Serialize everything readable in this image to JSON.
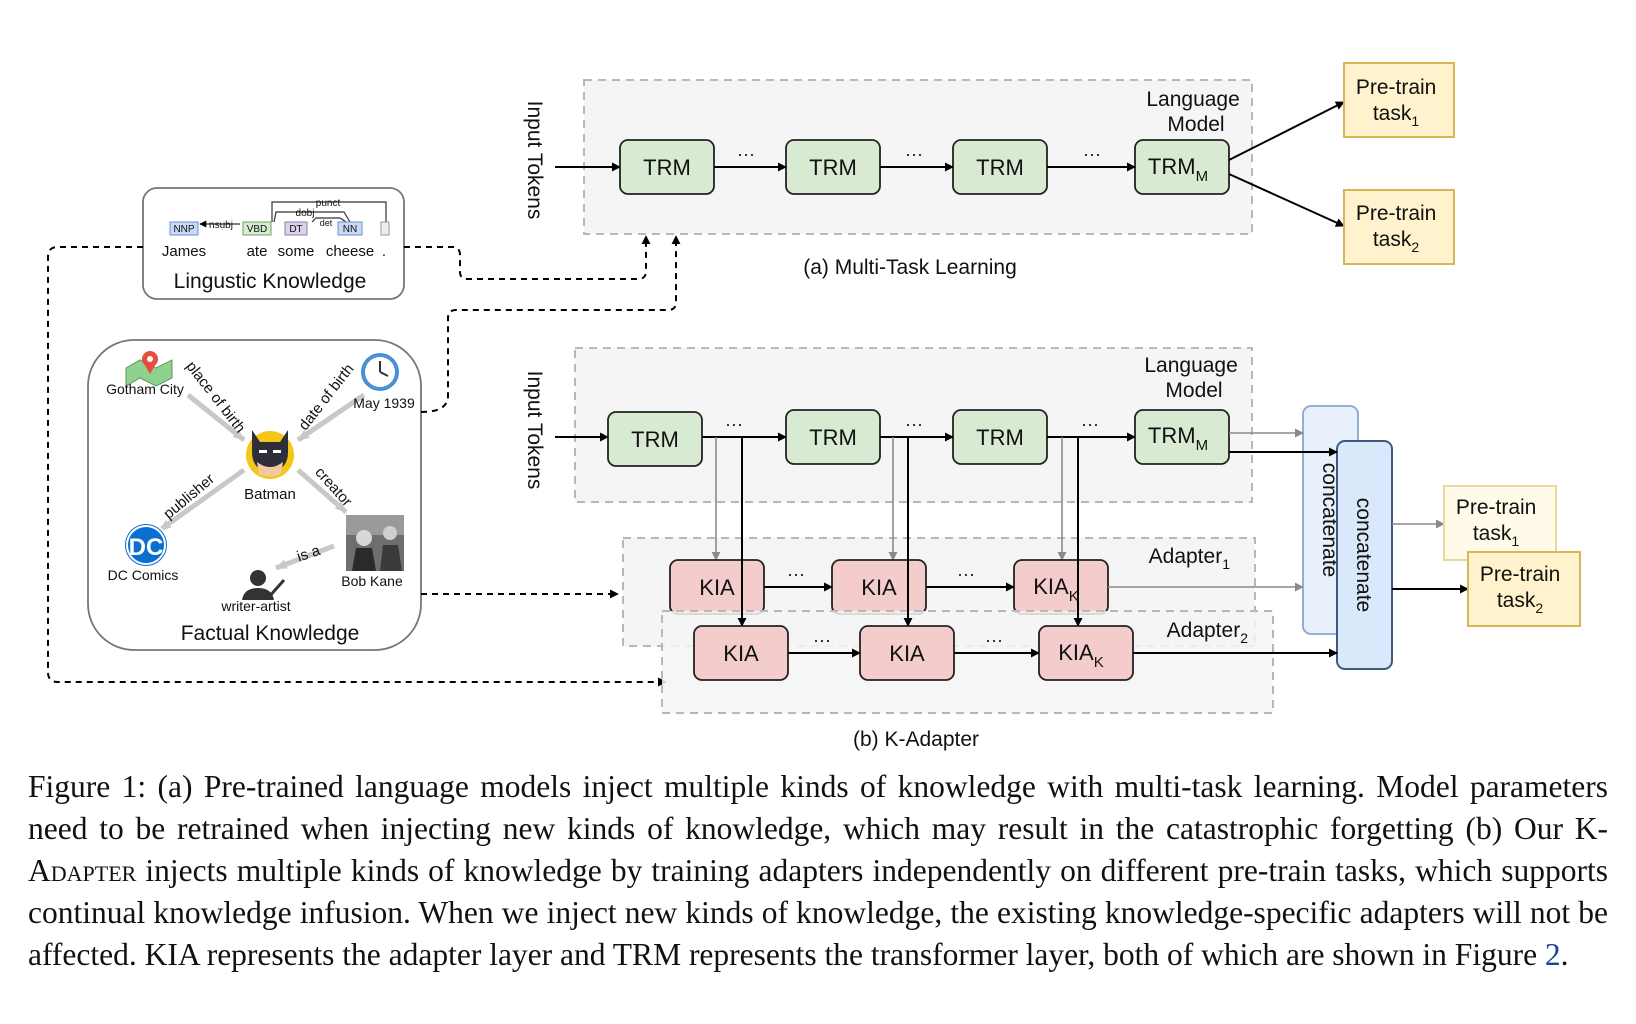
{
  "multitask": {
    "input_label": "Input Tokens",
    "lm_label_line1": "Language",
    "lm_label_line2": "Model",
    "trm": "TRM",
    "trm_m_base": "TRM",
    "trm_m_sub": "M",
    "dots": "···",
    "task1_line1": "Pre-train",
    "task1_line2_base": "task",
    "task1_line2_sub": "1",
    "task2_line1": "Pre-train",
    "task2_line2_base": "task",
    "task2_line2_sub": "2",
    "subcaption": "(a) Multi-Task Learning"
  },
  "linguistic": {
    "title": "Lingustic Knowledge",
    "tags": [
      "NNP",
      "VBD",
      "DT",
      "NN"
    ],
    "words": [
      "James",
      "ate",
      "some",
      "cheese",
      "."
    ],
    "arcs": [
      "nsubj",
      "punct",
      "dobj",
      "det"
    ]
  },
  "factual": {
    "title": "Factual Knowledge",
    "nodes": {
      "gotham": "Gotham City",
      "may": "May 1939",
      "batman": "Batman",
      "dc": "DC Comics",
      "bobkane": "Bob Kane",
      "writer": "writer-artist"
    },
    "relations": {
      "place": "place of birth",
      "date": "date of birth",
      "publisher": "publisher",
      "creator": "creator",
      "isa": "is a"
    }
  },
  "kadapter": {
    "input_label": "Input Tokens",
    "lm_label_line1": "Language",
    "lm_label_line2": "Model",
    "adapter1_base": "Adapter",
    "adapter1_sub": "1",
    "adapter2_base": "Adapter",
    "adapter2_sub": "2",
    "kia": "KIA",
    "kia_k_base": "KIA",
    "kia_k_sub": "K",
    "concatenate": "concatenate",
    "subcaption": "(b) K-Adapter"
  },
  "caption": {
    "part1": "Figure 1: (a) Pre-trained language models inject multiple kinds of knowledge with multi-task learning. Model parameters need to be retrained when injecting new kinds of knowledge, which may result in the catastrophic forgetting (b) Our ",
    "kadapter": "K-Adapter",
    "part2": " injects multiple kinds of knowledge by training adapters independently on different pre-train tasks, which supports continual knowledge infusion. When we inject new kinds of knowledge, the existing knowledge-specific adapters will not be affected. KIA represents the adapter layer and TRM represents the transformer layer, both of which are shown in Figure ",
    "ref": "2",
    "end": "."
  },
  "colors": {
    "trm_fill": "#d9ead3",
    "kia_fill": "#f4cccc",
    "task_fill": "#fff2cc",
    "task_stroke": "#d6b656",
    "concat_fill": "#dae8fc",
    "concat_stroke": "#4a6fa5",
    "group_fill": "#f5f5f5",
    "group_stroke": "#b8b8b8"
  }
}
